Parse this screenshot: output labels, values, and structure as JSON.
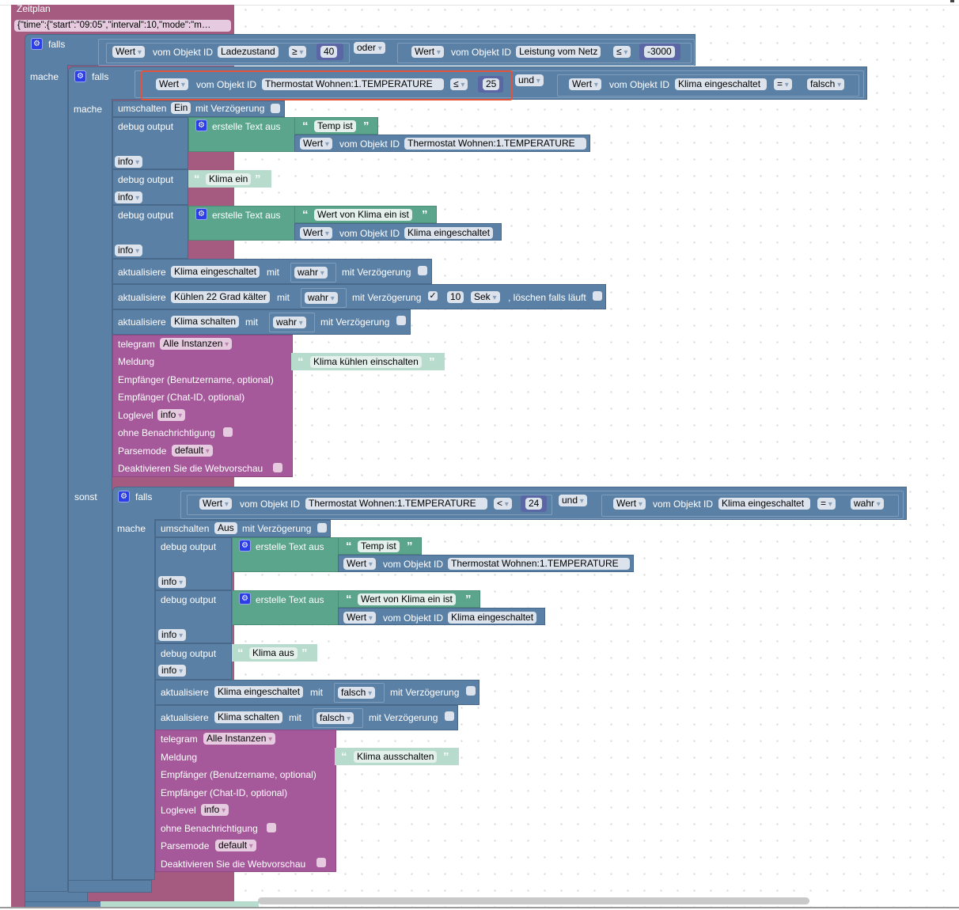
{
  "schedule": {
    "title": "Zeitplan",
    "spec": "{\"time\":{\"start\":\"09:05\",\"interval\":10,\"mode\":\"m…"
  },
  "common": {
    "falls": "falls",
    "mache": "mache",
    "sonst": "sonst",
    "wert": "Wert",
    "vom_objekt_id": "vom Objekt ID",
    "debug_output": "debug output",
    "erstelle_text_aus": "erstelle Text aus",
    "umschalten": "umschalten",
    "mit_verzoegerung": "mit Verzögerung",
    "aktualisiere": "aktualisiere",
    "mit": "mit",
    "loeschen_falls_laeuft": ", löschen falls läuft",
    "telegram": "telegram",
    "meldung": "Meldung",
    "empf_user": "Empfänger (Benutzername, optional)",
    "empf_chat": "Empfänger (Chat-ID, optional)",
    "loglevel": "Loglevel",
    "ohne_benachrichtigung": "ohne Benachrichtigung",
    "parsemode": "Parsemode",
    "webvorschau": "Deaktivieren Sie die Webvorschau",
    "info": "info",
    "alle_instanzen": "Alle Instanzen",
    "default": "default"
  },
  "outer_if": {
    "cond1": {
      "object": "Ladezustand",
      "op": "≥",
      "value": "40"
    },
    "logic": "oder",
    "cond2": {
      "object": "Leistung vom Netz",
      "op": "≤",
      "value": "-3000"
    }
  },
  "inner_if": {
    "cond1": {
      "object": "Thermostat Wohnen:1.TEMPERATURE",
      "op": "≤",
      "value": "25"
    },
    "logic": "und",
    "cond2": {
      "object": "Klima eingeschaltet",
      "op": "=",
      "value": "falsch"
    },
    "toggle_value": "Ein",
    "debug1": {
      "text": "Temp ist",
      "object": "Thermostat Wohnen:1.TEMPERATURE",
      "level": "info"
    },
    "debug2": {
      "text": "Klima ein",
      "level": "info"
    },
    "debug3": {
      "text": "Wert von Klima ein ist",
      "object": "Klima eingeschaltet",
      "level": "info"
    },
    "update1": {
      "object": "Klima eingeschaltet",
      "value": "wahr"
    },
    "update2": {
      "object": "Kühlen 22 Grad kälter",
      "value": "wahr",
      "delay_checked": "✓",
      "delay": "10",
      "unit": "Sek"
    },
    "update3": {
      "object": "Klima schalten",
      "value": "wahr"
    },
    "telegram_message": "Klima kühlen einschalten"
  },
  "else_if": {
    "cond1": {
      "object": "Thermostat Wohnen:1.TEMPERATURE",
      "op": "<",
      "value": "24"
    },
    "logic": "und",
    "cond2": {
      "object": "Klima eingeschaltet",
      "op": "=",
      "value": "wahr"
    },
    "toggle_value": "Aus",
    "debug1": {
      "text": "Temp ist",
      "object": "Thermostat Wohnen:1.TEMPERATURE",
      "level": "info"
    },
    "debug2": {
      "text": "Wert von Klima ein ist",
      "object": "Klima eingeschaltet",
      "level": "info"
    },
    "debug3": {
      "text": "Klima aus",
      "level": "info"
    },
    "update1": {
      "object": "Klima eingeschaltet",
      "value": "falsch"
    },
    "update2": {
      "object": "Klima schalten",
      "value": "falsch"
    },
    "telegram_message": "Klima ausschalten"
  }
}
